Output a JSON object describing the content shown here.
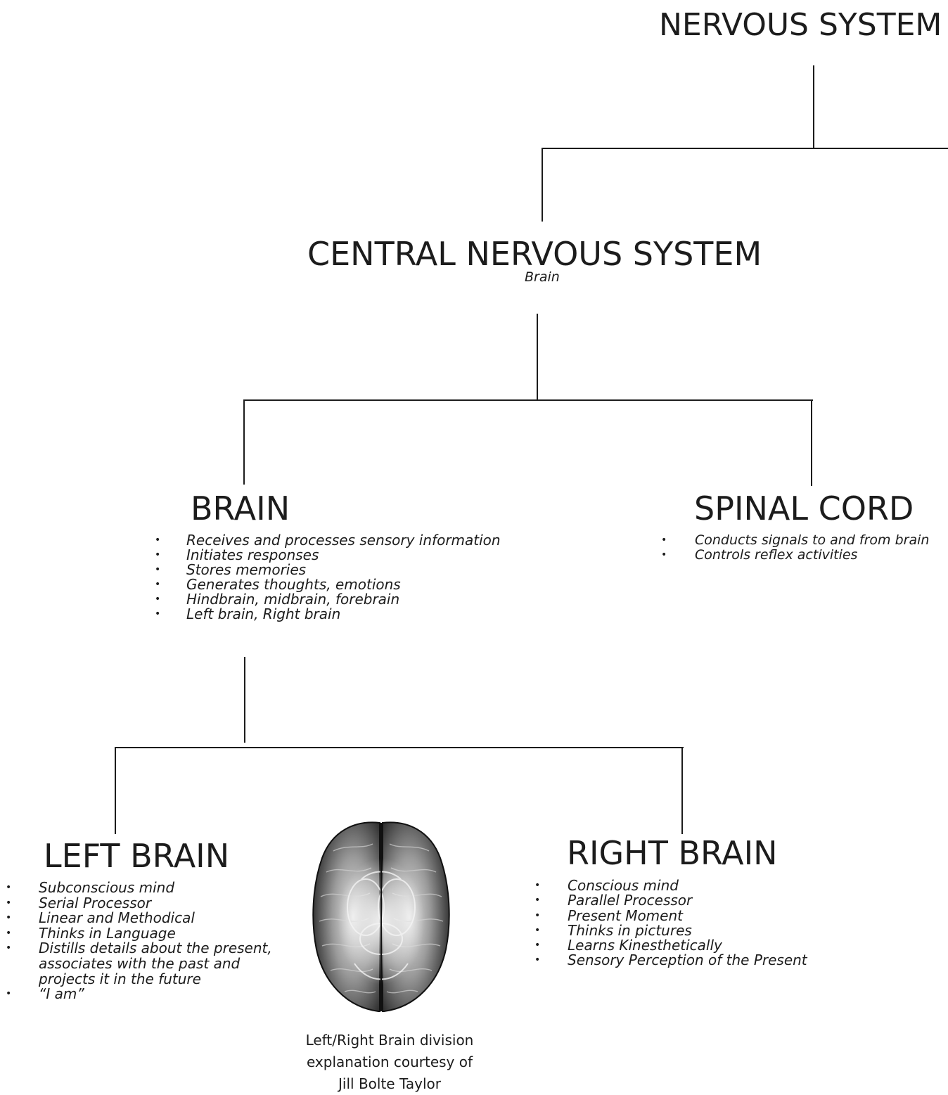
{
  "nodes": {
    "nervous_system": {
      "title": "NERVOUS SYSTEM"
    },
    "central_nervous_system": {
      "title": "CENTRAL NERVOUS SYSTEM",
      "subtitle": "Brain"
    },
    "brain": {
      "title": "BRAIN",
      "bullets": [
        "Receives and processes sensory information",
        "Initiates responses",
        "Stores memories",
        "Generates thoughts, emotions",
        "Hindbrain, midbrain, forebrain",
        "Left brain, Right brain"
      ]
    },
    "spinal_cord": {
      "title": "SPINAL CORD",
      "bullets": [
        "Conducts signals to and from brain",
        "Controls reflex activities"
      ]
    },
    "left_brain": {
      "title": "LEFT BRAIN",
      "bullets": [
        "Subconscious mind",
        "Serial Processor",
        "Linear and Methodical",
        "Thinks in Language",
        "Distills details about the present,\nassociates with the past and\nprojects it in the future",
        "“I am”"
      ]
    },
    "right_brain": {
      "title": "RIGHT BRAIN",
      "bullets": [
        "Conscious mind",
        "Parallel Processor",
        "Present Moment",
        "Thinks in pictures",
        "Learns Kinesthetically",
        "Sensory Perception of the Present"
      ]
    }
  },
  "caption": {
    "line1": "Left/Right Brain division",
    "line2": "explanation courtesy of",
    "line3": "Jill Bolte Taylor"
  },
  "colors": {
    "ink": "#1c1c1c",
    "background": "#ffffff"
  },
  "icons": {
    "brain_image": "brain-illustration-icon"
  }
}
